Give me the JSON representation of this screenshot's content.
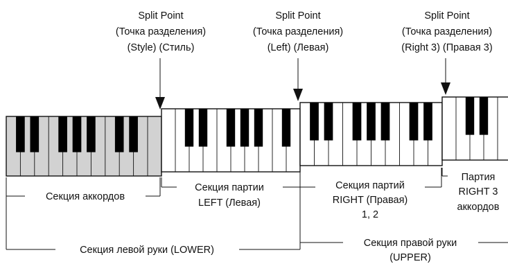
{
  "split_points": [
    {
      "title": "Split Point",
      "subtitle": "(Точка разделения)",
      "which": "(Style) (Стиль)"
    },
    {
      "title": "Split Point",
      "subtitle": "(Точка разделения)",
      "which": "(Left) (Левая)"
    },
    {
      "title": "Split Point",
      "subtitle": "(Точка разделения)",
      "which": "(Right 3) (Правая 3)"
    }
  ],
  "sections": {
    "chord": "Секция аккордов",
    "left_part": [
      "Секция партии",
      "LEFT (Левая)"
    ],
    "right_parts": [
      "Секция партий",
      "RIGHT (Правая)",
      "1, 2"
    ],
    "right3_part": [
      "Партия",
      "RIGHT 3",
      "аккордов"
    ],
    "lower": "Секция левой руки (LOWER)",
    "upper": [
      "Секция правой руки",
      "(UPPER)"
    ]
  },
  "colors": {
    "chord_section_fill": "#d2d2d2",
    "key_white": "#ffffff",
    "key_black": "#000000",
    "line": "#111111"
  }
}
